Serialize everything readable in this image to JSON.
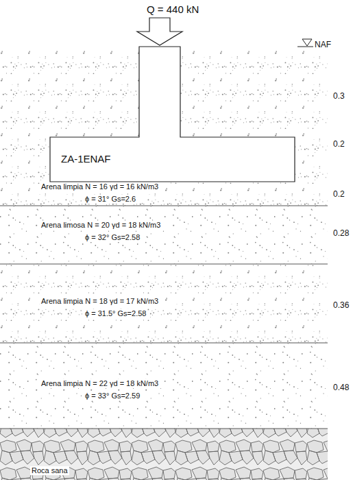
{
  "diagram": {
    "nodes": [
      {
        "text": [
          "Arena limpia N = 16    γd = 16 kN/m3",
          "ϕ = 31°   Gs=2.6"
        ]
      },
      {
        "text": [
          "ZA-1ENAF"
        ],
        "in": 0
      },
      {
        "text": [
          "Arena limosa N = 20    γd = 18 kN/m3",
          "ϕ = 32°   Gs=2.58"
        ]
      },
      {
        "text": [
          "Arena limpia N = 18    γd = 17 kN/m3",
          "ϕ = 31.5°   Gs=2.58"
        ]
      },
      {
        "text": [
          "Arena limpia N = 22    γd = 18 kN/m3",
          "ϕ = 33°   Gs=2.59"
        ]
      },
      {
        "text": [
          "Roca sana"
        ]
      }
    ],
    "labels": [
      "Q = 440 kN",
      "NAF",
      "0.3",
      "0.2",
      "0.2",
      "0.28",
      "0.36",
      "0.48"
    ]
  }
}
